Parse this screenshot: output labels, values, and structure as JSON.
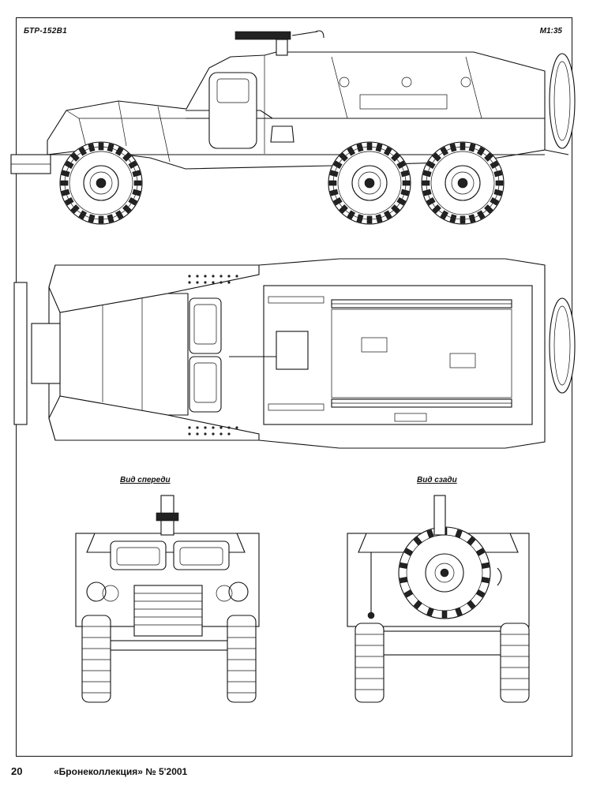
{
  "sheet": {
    "model": "БТР-152В1",
    "scale": "М1:35",
    "views": {
      "front": "Вид спереди",
      "rear": "Вид сзади"
    }
  },
  "footer": {
    "page_number": "20",
    "journal": "«Бронеколлекция» № 5'2001"
  }
}
